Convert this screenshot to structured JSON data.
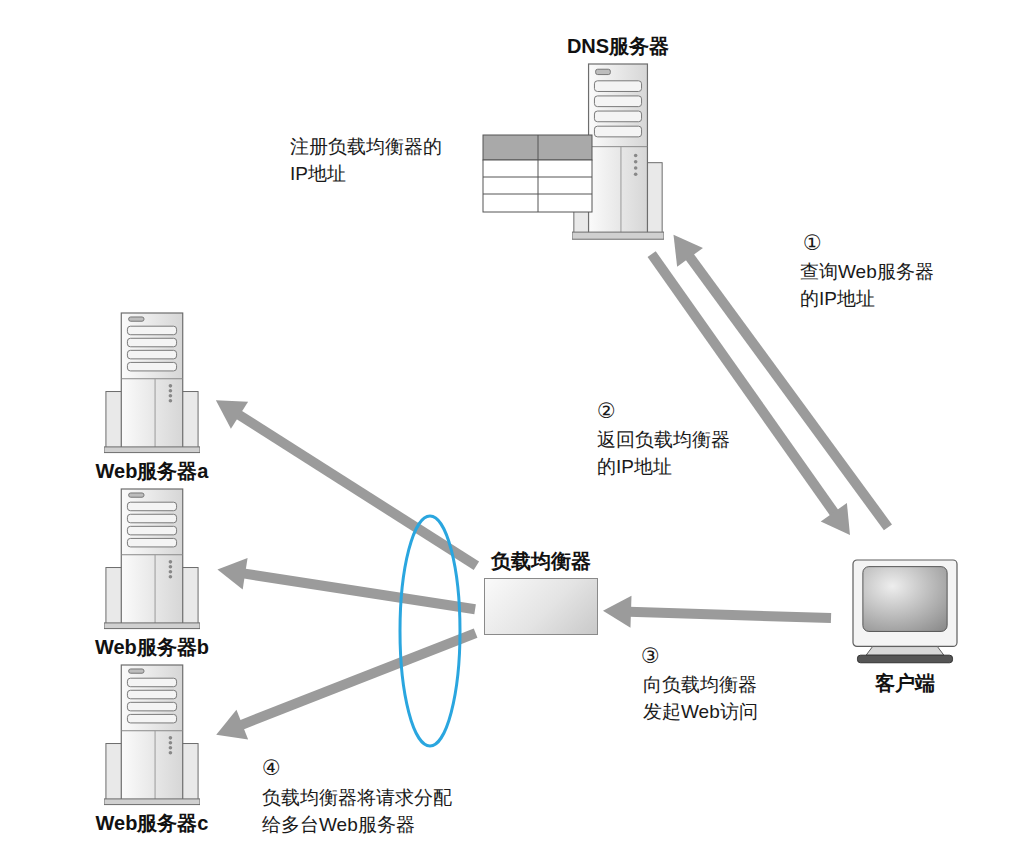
{
  "diagram": {
    "nodes": [
      {
        "text": [
          "DNS服务器"
        ]
      },
      {
        "text": [
          "Web服务器a"
        ]
      },
      {
        "text": [
          "Web服务器b"
        ]
      },
      {
        "text": [
          "负载均衡器"
        ]
      },
      {
        "text": [
          "客户端"
        ]
      },
      {
        "text": [
          "Web服务器c"
        ]
      }
    ],
    "edges": [
      {
        "from": 4,
        "to": 0,
        "arrow": "to",
        "label": "查询Web服务器 的IP地址"
      },
      {
        "from": 0,
        "to": 4,
        "arrow": "to",
        "label": "返回负载均衡器 的IP地址"
      },
      {
        "from": 4,
        "to": 3,
        "arrow": "to",
        "label": "向负载均衡器 发起Web访问"
      },
      {
        "from": 3,
        "to": 1,
        "arrow": "to"
      },
      {
        "from": 3,
        "to": 2,
        "arrow": "to"
      },
      {
        "from": 3,
        "to": 5,
        "arrow": "to"
      }
    ],
    "labels": [
      "注册负载均衡器的 IP地址",
      "①",
      "②",
      "③",
      "④",
      "负载均衡器将请求分配 给多台Web服务器"
    ]
  }
}
